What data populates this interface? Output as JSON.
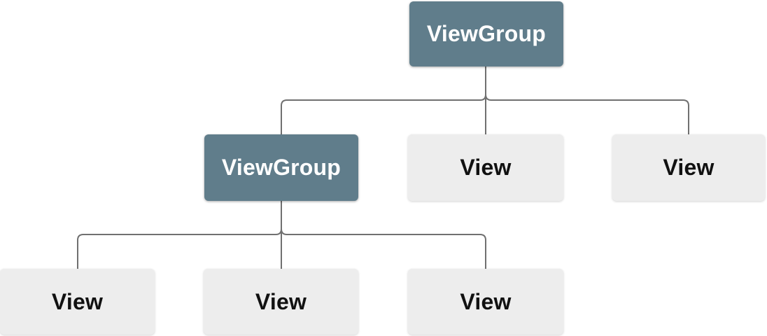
{
  "diagram": {
    "type": "tree",
    "nodes": [
      {
        "id": "root",
        "label": "ViewGroup",
        "kind": "viewgroup",
        "level": 0
      },
      {
        "id": "vg1",
        "label": "ViewGroup",
        "kind": "viewgroup",
        "level": 1
      },
      {
        "id": "v1",
        "label": "View",
        "kind": "view",
        "level": 1
      },
      {
        "id": "v2",
        "label": "View",
        "kind": "view",
        "level": 1
      },
      {
        "id": "v3",
        "label": "View",
        "kind": "view",
        "level": 2
      },
      {
        "id": "v4",
        "label": "View",
        "kind": "view",
        "level": 2
      },
      {
        "id": "v5",
        "label": "View",
        "kind": "view",
        "level": 2
      }
    ],
    "edges": [
      {
        "from": "root",
        "to": "vg1"
      },
      {
        "from": "root",
        "to": "v1"
      },
      {
        "from": "root",
        "to": "v2"
      },
      {
        "from": "vg1",
        "to": "v3"
      },
      {
        "from": "vg1",
        "to": "v4"
      },
      {
        "from": "vg1",
        "to": "v5"
      }
    ],
    "colors": {
      "viewgroup_fill": "#607d8b",
      "viewgroup_text": "#ffffff",
      "view_fill": "#ededed",
      "view_text": "#111111",
      "connector": "#707070",
      "background": "#ffffff"
    }
  }
}
